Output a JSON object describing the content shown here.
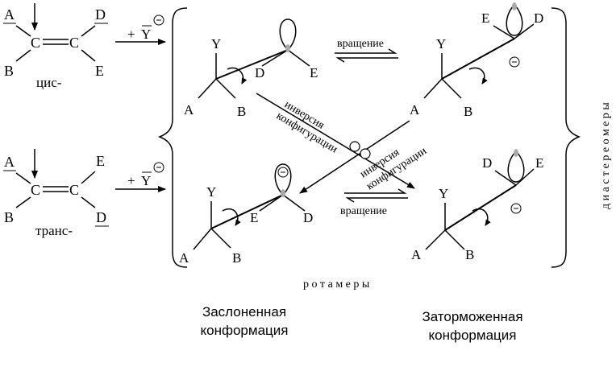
{
  "colors": {
    "ink": "#000000",
    "background": "#ffffff",
    "orbital_node": "#aaaaaa"
  },
  "icons": [
    "down-arrow-icon",
    "curved-arrow-icon",
    "charge-minus-icon",
    "p-orbital-icon"
  ],
  "cis_alkene": {
    "atoms": {
      "a": "A",
      "b": "B",
      "c1": "C",
      "c2": "C",
      "d": "D",
      "e": "E"
    },
    "label": "цис-"
  },
  "trans_alkene": {
    "atoms": {
      "a": "A",
      "b": "B",
      "c1": "C",
      "c2": "C",
      "d": "D",
      "e": "E"
    },
    "label": "транс-"
  },
  "reagent": {
    "plus": "+",
    "y": "Y"
  },
  "top_left": {
    "y": "Y",
    "a": "A",
    "b": "B",
    "d": "D",
    "e": "E"
  },
  "top_right": {
    "y": "Y",
    "a": "A",
    "b": "B",
    "d": "D",
    "e": "E"
  },
  "bottom_left": {
    "y": "Y",
    "a": "A",
    "b": "B",
    "d": "D",
    "e": "E"
  },
  "bottom_right": {
    "y": "Y",
    "a": "A",
    "b": "B",
    "d": "D",
    "e": "E"
  },
  "rotation_label": "вращение",
  "inversion_label": {
    "line1": "инверсия",
    "line2": "конфигурации"
  },
  "diastereomers_label": "диастереомеры",
  "rotamers_label": "ротамеры",
  "eclipsed_label": {
    "line1": "Заслоненная",
    "line2": "конформация"
  },
  "staggered_label": {
    "line1": "Заторможенная",
    "line2": "конформация"
  }
}
